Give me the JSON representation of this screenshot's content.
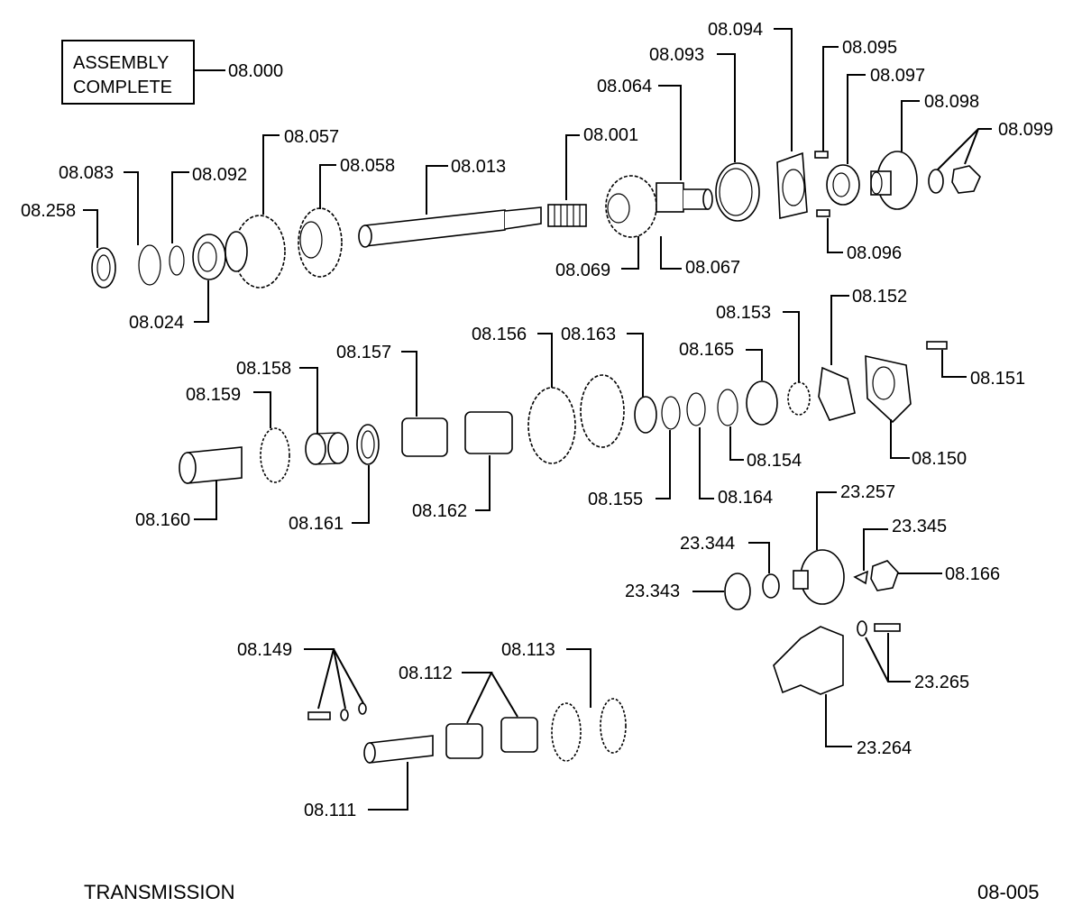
{
  "assembly_box": {
    "line1": "ASSEMBLY",
    "line2": "COMPLETE"
  },
  "footer": {
    "title": "TRANSMISSION",
    "page_code": "08-005"
  },
  "part_labels": [
    "08.000",
    "08.094",
    "08.095",
    "08.093",
    "08.097",
    "08.064",
    "08.098",
    "08.099",
    "08.057",
    "08.001",
    "08.083",
    "08.092",
    "08.058",
    "08.013",
    "08.258",
    "08.069",
    "08.067",
    "08.096",
    "08.024",
    "08.152",
    "08.153",
    "08.156",
    "08.163",
    "08.165",
    "08.157",
    "08.151",
    "08.158",
    "08.159",
    "08.154",
    "08.150",
    "08.155",
    "08.164",
    "08.162",
    "08.160",
    "08.161",
    "23.257",
    "23.345",
    "23.344",
    "08.166",
    "23.343",
    "08.149",
    "08.113",
    "08.112",
    "23.265",
    "23.264",
    "08.111"
  ]
}
